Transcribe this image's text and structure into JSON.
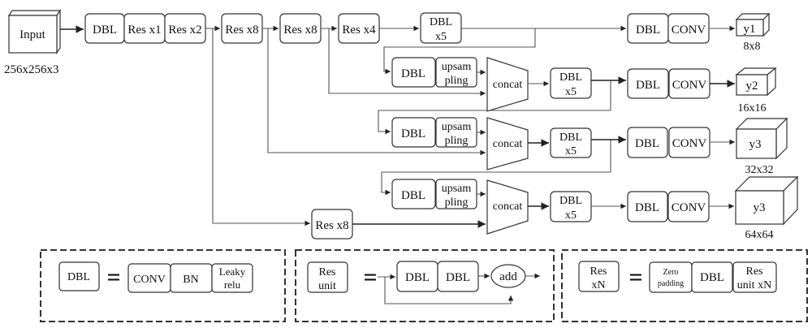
{
  "input": {
    "label": "Input",
    "size": "256x256x3"
  },
  "backbone": {
    "dbl": "DBL",
    "res1": "Res x1",
    "res2": "Res x2",
    "res8a": "Res x8",
    "res8b": "Res x8",
    "res4": "Res x4",
    "dbl5_l1": "DBL",
    "dbl5_l2": "x5"
  },
  "branches": [
    {
      "dbl": "DBL",
      "upsam_l1": "upsam",
      "upsam_l2": "pling",
      "concat": "concat",
      "dbl5_l1": "DBL",
      "dbl5_l2": "x5"
    },
    {
      "dbl": "DBL",
      "upsam_l1": "upsam",
      "upsam_l2": "pling",
      "concat": "concat",
      "dbl5_l1": "DBL",
      "dbl5_l2": "x5"
    },
    {
      "dbl": "DBL",
      "upsam_l1": "upsam",
      "upsam_l2": "pling",
      "concat": "concat",
      "dbl5_l1": "DBL",
      "dbl5_l2": "x5"
    }
  ],
  "extra_res": "Res x8",
  "heads": [
    {
      "dbl": "DBL",
      "conv": "CONV",
      "out": "y1",
      "size": "8x8"
    },
    {
      "dbl": "DBL",
      "conv": "CONV",
      "out": "y2",
      "size": "16x16"
    },
    {
      "dbl": "DBL",
      "conv": "CONV",
      "out": "y3",
      "size": "32x32"
    },
    {
      "dbl": "DBL",
      "conv": "CONV",
      "out": "y3",
      "size": "64x64"
    }
  ],
  "legend": {
    "dbl": {
      "lhs": "DBL",
      "eq": "=",
      "parts": [
        "CONV",
        "BN"
      ],
      "leaky_l1": "Leaky",
      "leaky_l2": "relu"
    },
    "resunit": {
      "lhs_l1": "Res",
      "lhs_l2": "unit",
      "eq": "=",
      "dbl_a": "DBL",
      "dbl_b": "DBL",
      "add": "add"
    },
    "resxn": {
      "lhs_l1": "Res",
      "lhs_l2": "xN",
      "eq": "=",
      "zero_l1": "Zero",
      "zero_l2": "padding",
      "dbl": "DBL",
      "unit_l1": "Res",
      "unit_l2": "unit xN"
    }
  }
}
